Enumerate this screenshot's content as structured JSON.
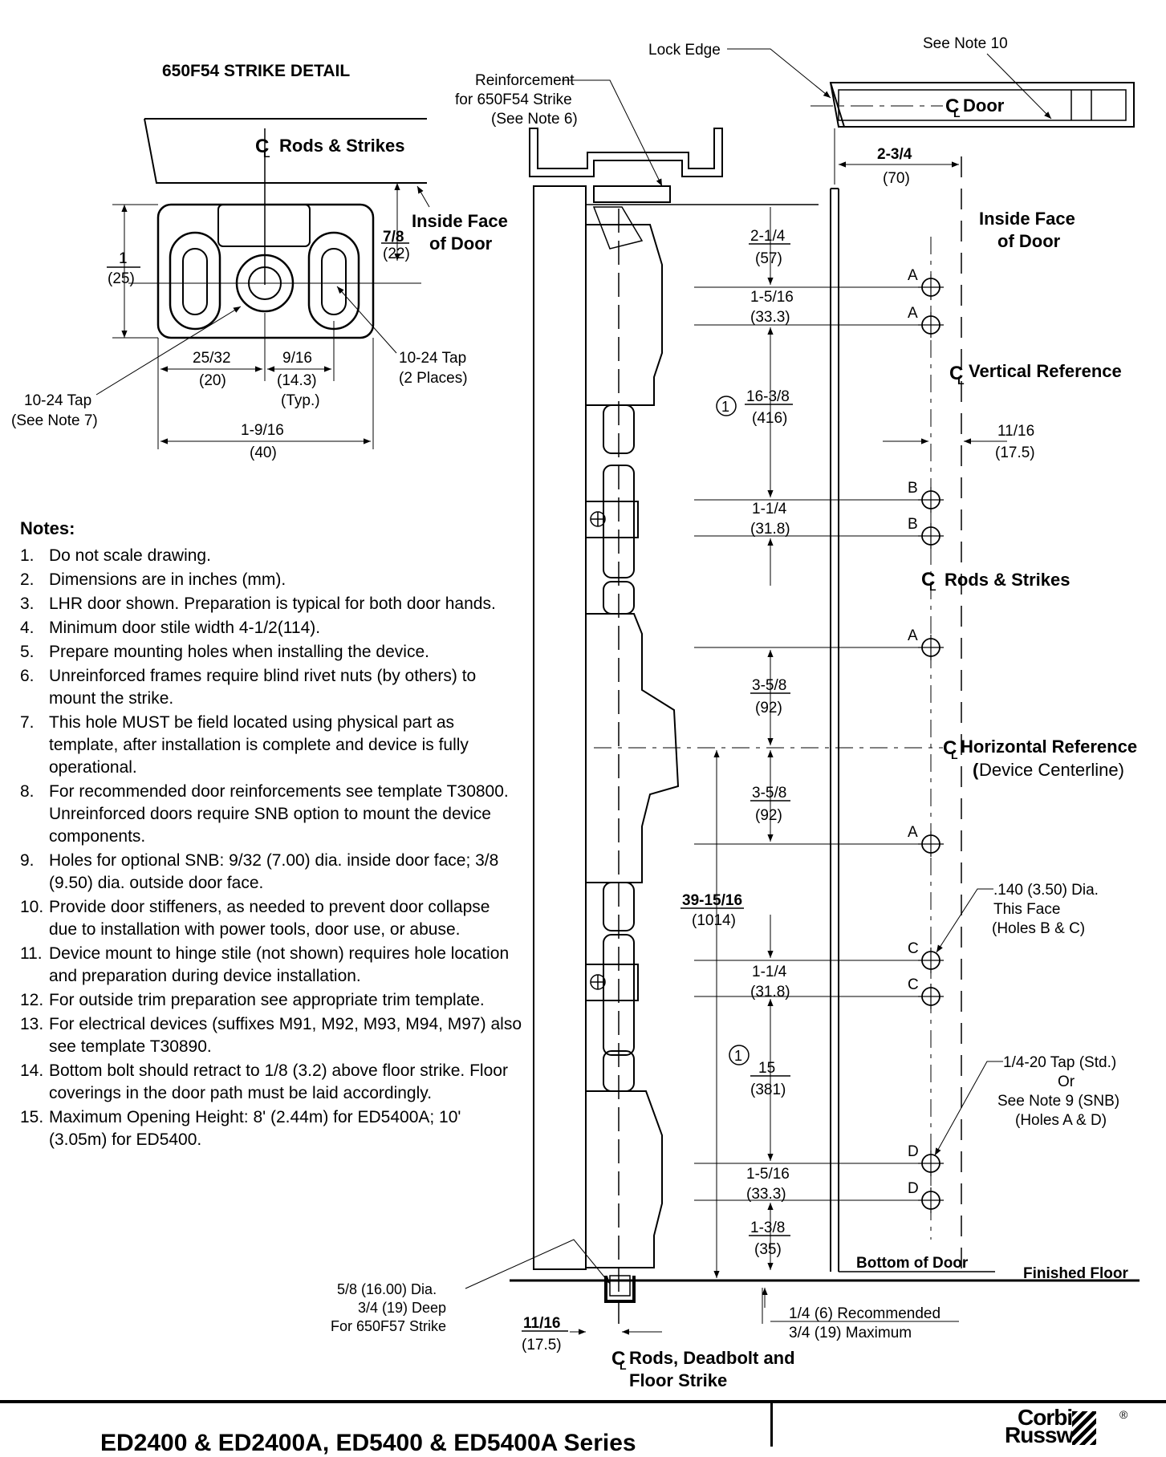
{
  "strike_detail": {
    "title": "650F54 STRIKE DETAIL",
    "cl_rods_strikes": "Rods & Strikes",
    "inside_face_line1": "Inside Face",
    "inside_face_line2": "of Door",
    "dim_7_8": "7/8",
    "dim_7_8_mm": "(22)",
    "dim_1": "1",
    "dim_1_mm": "(25)",
    "dim_25_32": "25/32",
    "dim_25_32_mm": "(20)",
    "dim_9_16": "9/16",
    "dim_9_16_mm": "(14.3)",
    "typ": "(Typ.)",
    "dim_1_9_16": "1-9/16",
    "dim_1_9_16_mm": "(40)",
    "tap_right_line1": "10-24 Tap",
    "tap_right_line2": "(2 Places)",
    "tap_left_line1": "10-24 Tap",
    "tap_left_line2": "(See Note 7)"
  },
  "door_elevation": {
    "lock_edge": "Lock Edge",
    "see_note_10": "See Note 10",
    "cl_door": "Door",
    "reinf_line1": "Reinforcement",
    "reinf_line2": "for 650F54 Strike",
    "reinf_line3": "(See Note 6)",
    "dim_2_3_4": "2-3/4",
    "dim_2_3_4_mm": "(70)",
    "inside_face_line1": "Inside Face",
    "inside_face_line2": "of Door",
    "dim_2_1_4": "2-1/4",
    "dim_2_1_4_mm": "(57)",
    "dim_1_5_16_top": "1-5/16",
    "dim_1_5_16_top_mm": "(33.3)",
    "circle_1": "1",
    "dim_16_3_8": "16-3/8",
    "dim_16_3_8_mm": "(416)",
    "cl_vertical_ref": "Vertical Reference",
    "dim_11_16_right": "11/16",
    "dim_11_16_right_mm": "(17.5)",
    "dim_1_1_4_top": "1-1/4",
    "dim_1_1_4_top_mm": "(31.8)",
    "cl_rods_strikes": "Rods & Strikes",
    "dim_3_5_8_upper": "3-5/8",
    "dim_3_5_8_upper_mm": "(92)",
    "cl_horizontal_ref": "Horizontal Reference",
    "device_centerline_paren": "(",
    "device_centerline": "Device Centerline)",
    "dim_3_5_8_lower": "3-5/8",
    "dim_3_5_8_lower_mm": "(92)",
    "hole_140_line1": ".140 (3.50) Dia.",
    "hole_140_line2": "This Face",
    "hole_140_line3": "(Holes B & C)",
    "dim_39_15_16": "39-15/16",
    "dim_39_15_16_mm": "(1014)",
    "dim_1_1_4_bottom": "1-1/4",
    "dim_1_1_4_bottom_mm": "(31.8)",
    "dim_15": "15",
    "dim_15_mm": "(381)",
    "tap_1_4_line1": "1/4-20 Tap (Std.)",
    "tap_1_4_line2": "Or",
    "tap_1_4_line3": "See Note 9 (SNB)",
    "tap_1_4_line4": "(Holes A & D)",
    "dim_1_5_16_bottom": "1-5/16",
    "dim_1_5_16_bottom_mm": "(33.3)",
    "dim_1_3_8": "1-3/8",
    "dim_1_3_8_mm": "(35)",
    "bottom_of_door": "Bottom of Door",
    "finished_floor": "Finished Floor",
    "hole_5_8_line1": "5/8 (16.00) Dia.",
    "hole_5_8_line2": "3/4 (19) Deep",
    "hole_5_8_line3": "For 650F57 Strike",
    "dim_11_16_bottom": "11/16",
    "dim_11_16_bottom_mm": "(17.5)",
    "rec_line1": "1/4 (6) Recommended",
    "rec_line2": "3/4 (19) Maximum",
    "cl_rods_deadbolt_line1": "Rods, Deadbolt and",
    "cl_rods_deadbolt_line2": "Floor Strike",
    "holes": [
      "A",
      "A",
      "B",
      "B",
      "A",
      "A",
      "C",
      "C",
      "D",
      "D"
    ]
  },
  "notes": {
    "heading": "Notes:",
    "items": [
      {
        "num": "1.",
        "text": "Do not scale drawing."
      },
      {
        "num": "2.",
        "text": "Dimensions are in inches (mm)."
      },
      {
        "num": "3.",
        "text": "LHR door shown. Preparation is typical for both door hands."
      },
      {
        "num": "4.",
        "text": "Minimum door stile width 4-1/2(114)."
      },
      {
        "num": "5.",
        "text": "Prepare mounting holes when installing the device."
      },
      {
        "num": "6.",
        "text": "Unreinforced frames require blind rivet nuts (by others) to mount the strike."
      },
      {
        "num": "7.",
        "text": "This hole MUST be field located using physical part as template, after installation is complete and device is fully operational."
      },
      {
        "num": "8.",
        "text": "For recommended door reinforcements see template T30800. Unreinforced doors require SNB option to mount the device components."
      },
      {
        "num": "9.",
        "text": "Holes for optional SNB: 9/32 (7.00) dia. inside door face; 3/8 (9.50) dia. outside door face."
      },
      {
        "num": "10.",
        "text": "Provide door stiffeners, as needed to prevent door collapse due to installation with power tools, door use, or abuse."
      },
      {
        "num": "11.",
        "text": "Device mount to hinge stile (not shown) requires hole location and preparation during device installation."
      },
      {
        "num": "12.",
        "text": "For outside trim preparation see appropriate trim template."
      },
      {
        "num": "13.",
        "text": "For electrical devices (suffixes M91, M92, M93, M94, M97) also see template T30890."
      },
      {
        "num": "14.",
        "text": "Bottom bolt should retract to 1/8 (3.2) above floor strike. Floor coverings in the door path must be laid accordingly."
      },
      {
        "num": "15.",
        "text": "Maximum Opening Height: 8' (2.44m) for ED5400A; 10' (3.05m) for ED5400."
      }
    ]
  },
  "title_block": {
    "title": "ED2400 & ED2400A, ED5400 & ED5400A Series",
    "logo_line1": "Corbin",
    "logo_line2": "Russwin",
    "registered": "®"
  }
}
